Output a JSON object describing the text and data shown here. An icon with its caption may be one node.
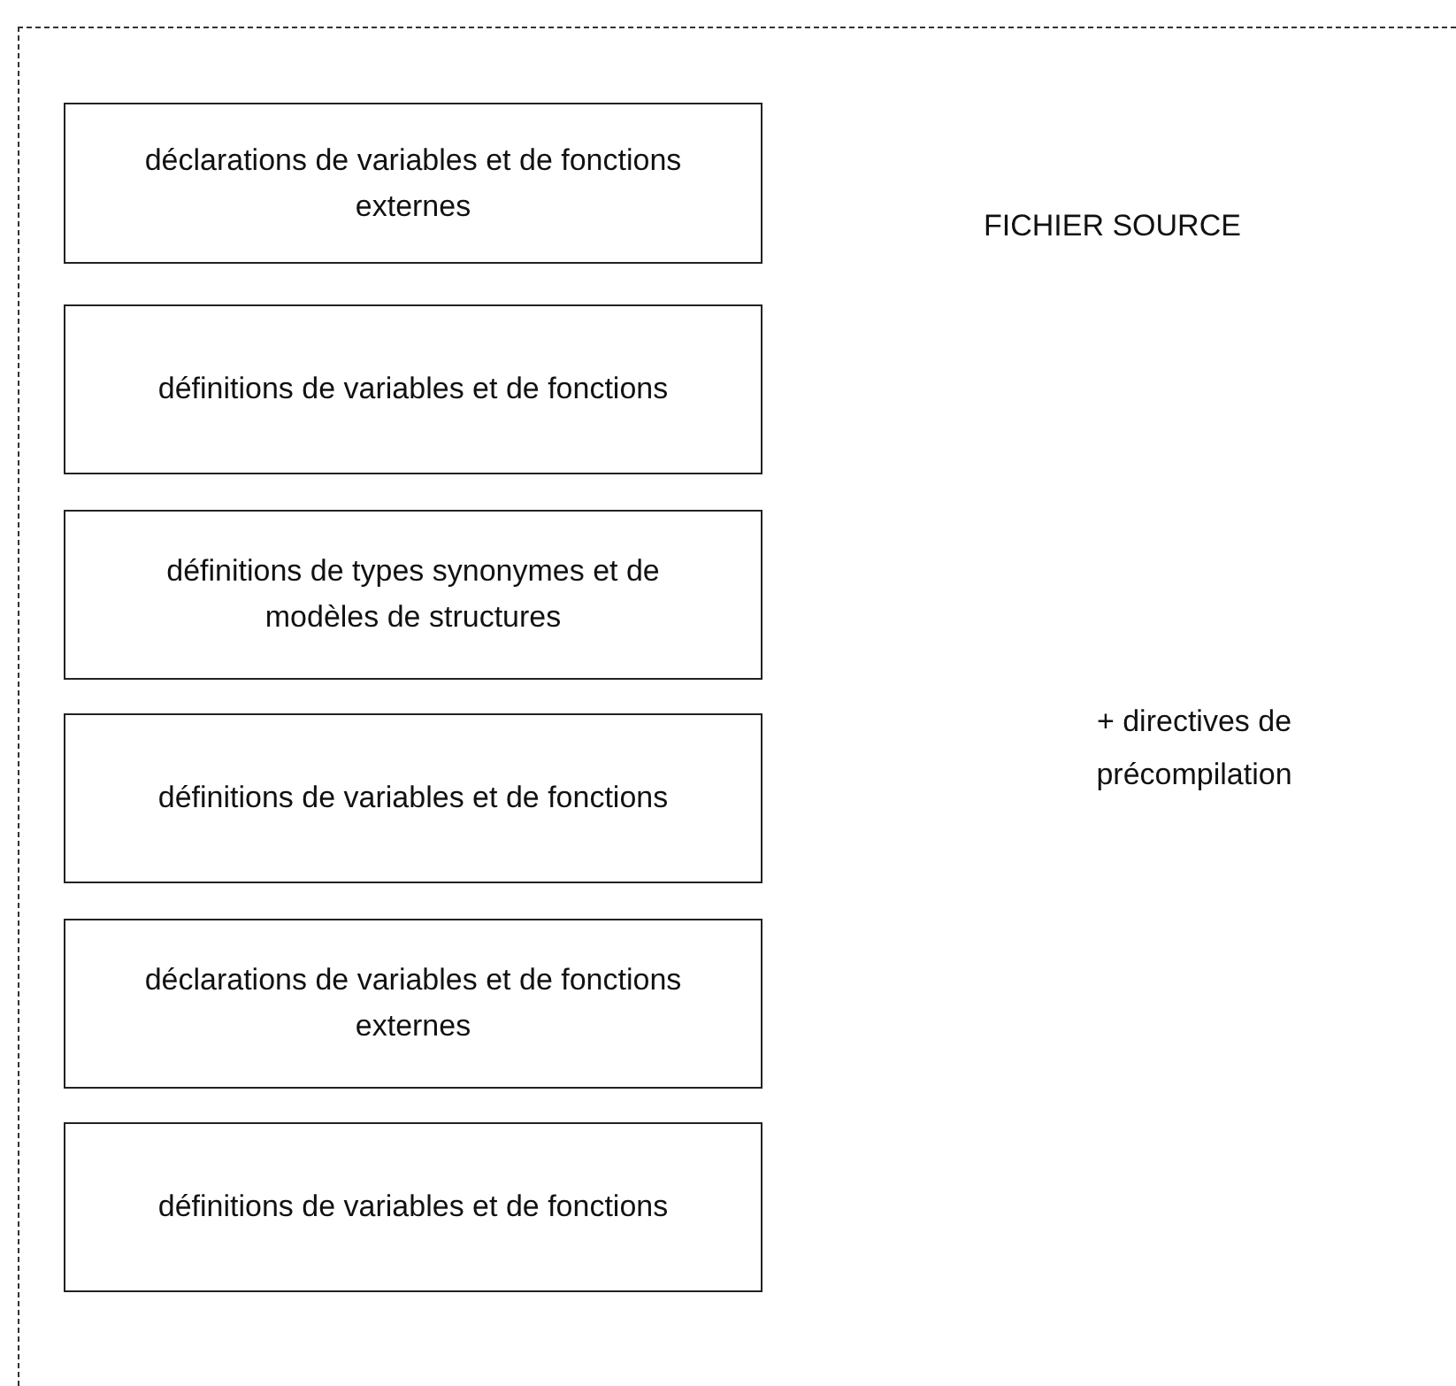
{
  "diagram": {
    "nodes": [
      {
        "text": [
          "FICHIER SOURCE"
        ]
      },
      {
        "text": [
          "déclarations de variables et de fonctions externes"
        ],
        "in": 0
      },
      {
        "text": [
          "définitions de variables et de fonctions"
        ],
        "in": 0
      },
      {
        "text": [
          "définitions de types synonymes et de modèles de structures"
        ],
        "in": 0
      },
      {
        "text": [
          "définitions de variables et de fonctions"
        ],
        "in": 0
      },
      {
        "text": [
          "déclarations de variables et de fonctions externes"
        ],
        "in": 0
      },
      {
        "text": [
          "définitions de variables et de fonctions"
        ],
        "in": 0
      }
    ],
    "edges": [],
    "labels": [
      "+ directives de précompilation"
    ]
  }
}
